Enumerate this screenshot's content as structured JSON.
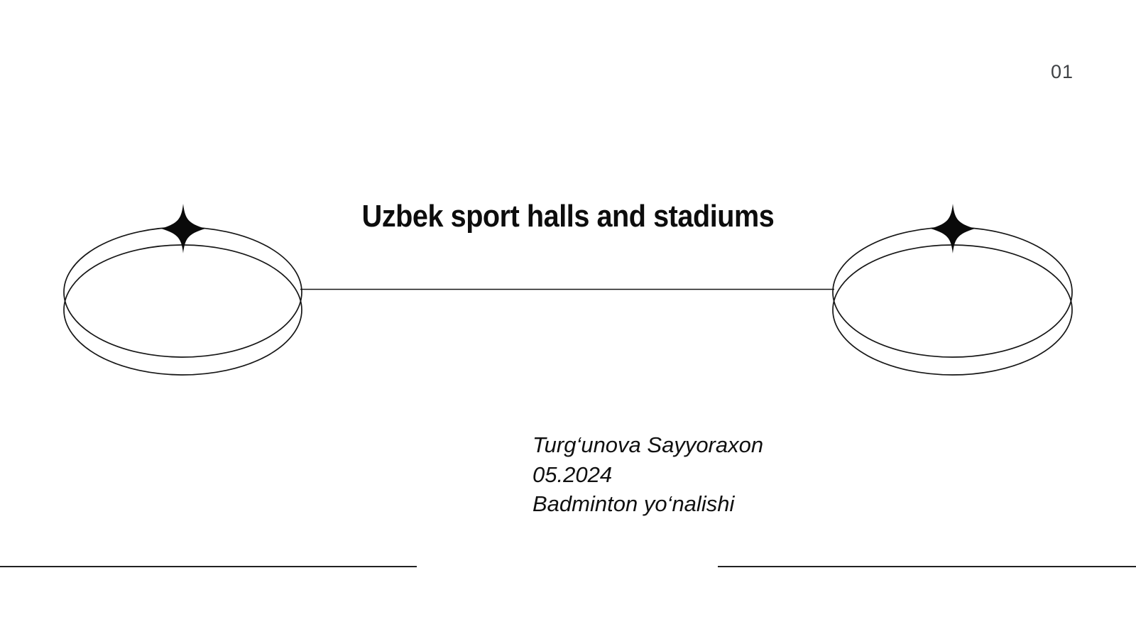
{
  "slide": {
    "page_number": "01",
    "title": "Uzbek sport halls and stadiums",
    "author_lines": {
      "0": "Turg‘unova Sayyoraxon",
      "1": "05.2024",
      "2": "Badminton yo‘nalishi"
    },
    "colors": {
      "background": "#ffffff",
      "ink": "#0d0d0d",
      "page_number": "#3f4245",
      "rule": "#222222"
    },
    "icons": {
      "left_ornament": "sparkle-star-icon",
      "right_ornament": "sparkle-star-icon"
    }
  }
}
